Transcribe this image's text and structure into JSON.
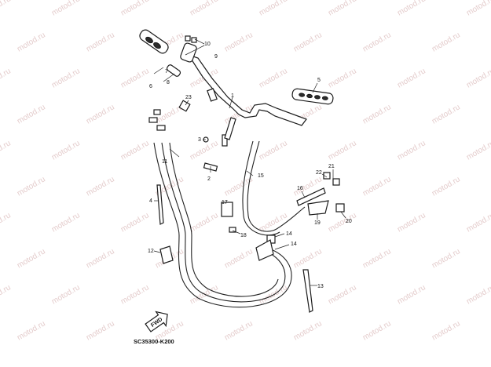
{
  "watermark": "motod.ru",
  "diagram_code": "SC35300-K200",
  "fwd_label": "FWD",
  "callouts": [
    "1",
    "2",
    "3",
    "4",
    "5",
    "6",
    "7",
    "8",
    "9",
    "10",
    "11",
    "12",
    "13",
    "14",
    "14",
    "15",
    "16",
    "17",
    "18",
    "19",
    "20",
    "21",
    "22",
    "23"
  ]
}
